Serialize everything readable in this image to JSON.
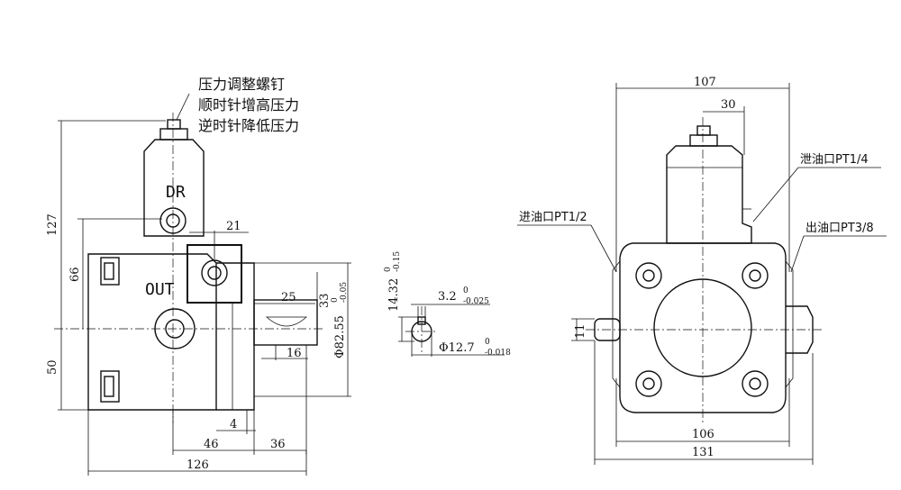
{
  "left_view": {
    "note_line1": "压力调整螺钉",
    "note_line2": "顺时针增高压力",
    "note_line3": "逆时针降低压力",
    "port_dr": "DR",
    "port_out": "OUT",
    "dim_127": "127",
    "dim_66": "66",
    "dim_50": "50",
    "dim_21": "21",
    "dim_25": "25",
    "dim_33": "33",
    "dim_16": "16",
    "dim_4": "4",
    "dim_46": "46",
    "dim_36": "36",
    "dim_126": "126",
    "dim_phi_main": "Φ82.55",
    "dim_phi_tol_up": "0",
    "dim_phi_tol_low": "-0.05"
  },
  "shaft_section": {
    "dim_14": "14.32",
    "dim_14_tol_up": "0",
    "dim_14_tol_low": "-0.15",
    "dim_3": "3.2",
    "dim_3_tol_up": "0",
    "dim_3_tol_low": "-0.025",
    "dim_phi": "Φ12.7",
    "dim_phi_tol_up": "0",
    "dim_phi_tol_low": "-0.018"
  },
  "right_view": {
    "dim_107": "107",
    "dim_30": "30",
    "dim_11": "11",
    "dim_106": "106",
    "dim_131": "131",
    "label_drain": "泄油口PT1/4",
    "label_inlet": "进油口PT1/2",
    "label_outlet": "出油口PT3/8"
  }
}
